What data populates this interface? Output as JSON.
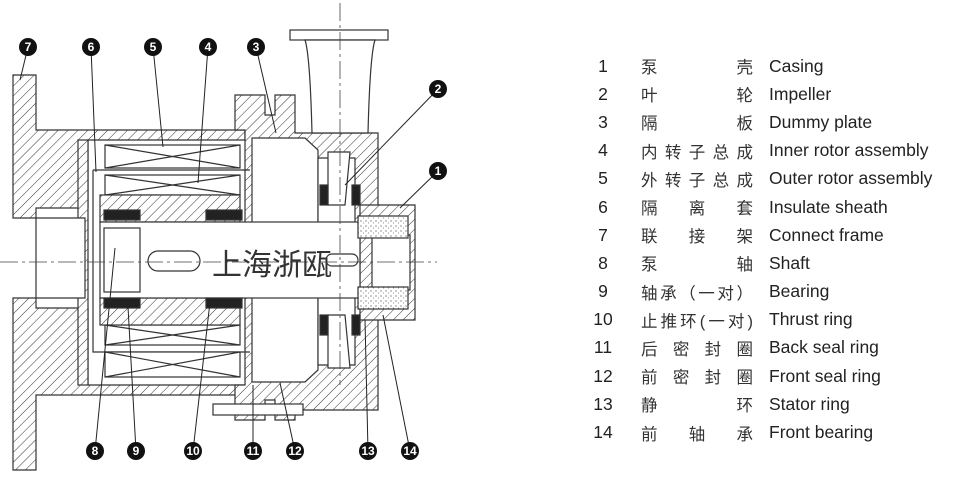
{
  "watermark": "上海浙瓯",
  "balloons": [
    "1",
    "2",
    "3",
    "4",
    "5",
    "6",
    "7",
    "8",
    "9",
    "10",
    "11",
    "12",
    "13",
    "14"
  ],
  "parts": [
    {
      "no": "1",
      "cn": "泵壳",
      "en": "Casing"
    },
    {
      "no": "2",
      "cn": "叶轮",
      "en": "Impeller"
    },
    {
      "no": "3",
      "cn": "隔板",
      "en": "Dummy plate"
    },
    {
      "no": "4",
      "cn": "内转子总成",
      "en": "Inner rotor assembly"
    },
    {
      "no": "5",
      "cn": "外转子总成",
      "en": "Outer rotor assembly"
    },
    {
      "no": "6",
      "cn": "隔离套",
      "en": "Insulate sheath"
    },
    {
      "no": "7",
      "cn": "联接架",
      "en": "Connect frame"
    },
    {
      "no": "8",
      "cn": "泵轴",
      "en": "Shaft"
    },
    {
      "no": "9",
      "cn": "轴承（一对）",
      "en": "Bearing"
    },
    {
      "no": "10",
      "cn": "止推环(一对)",
      "en": "Thrust ring"
    },
    {
      "no": "11",
      "cn": "后密封圈",
      "en": "Back seal ring"
    },
    {
      "no": "12",
      "cn": "前密封圈",
      "en": "Front seal ring"
    },
    {
      "no": "13",
      "cn": "静环",
      "en": "Stator ring"
    },
    {
      "no": "14",
      "cn": "前轴承",
      "en": "Front bearing"
    }
  ]
}
